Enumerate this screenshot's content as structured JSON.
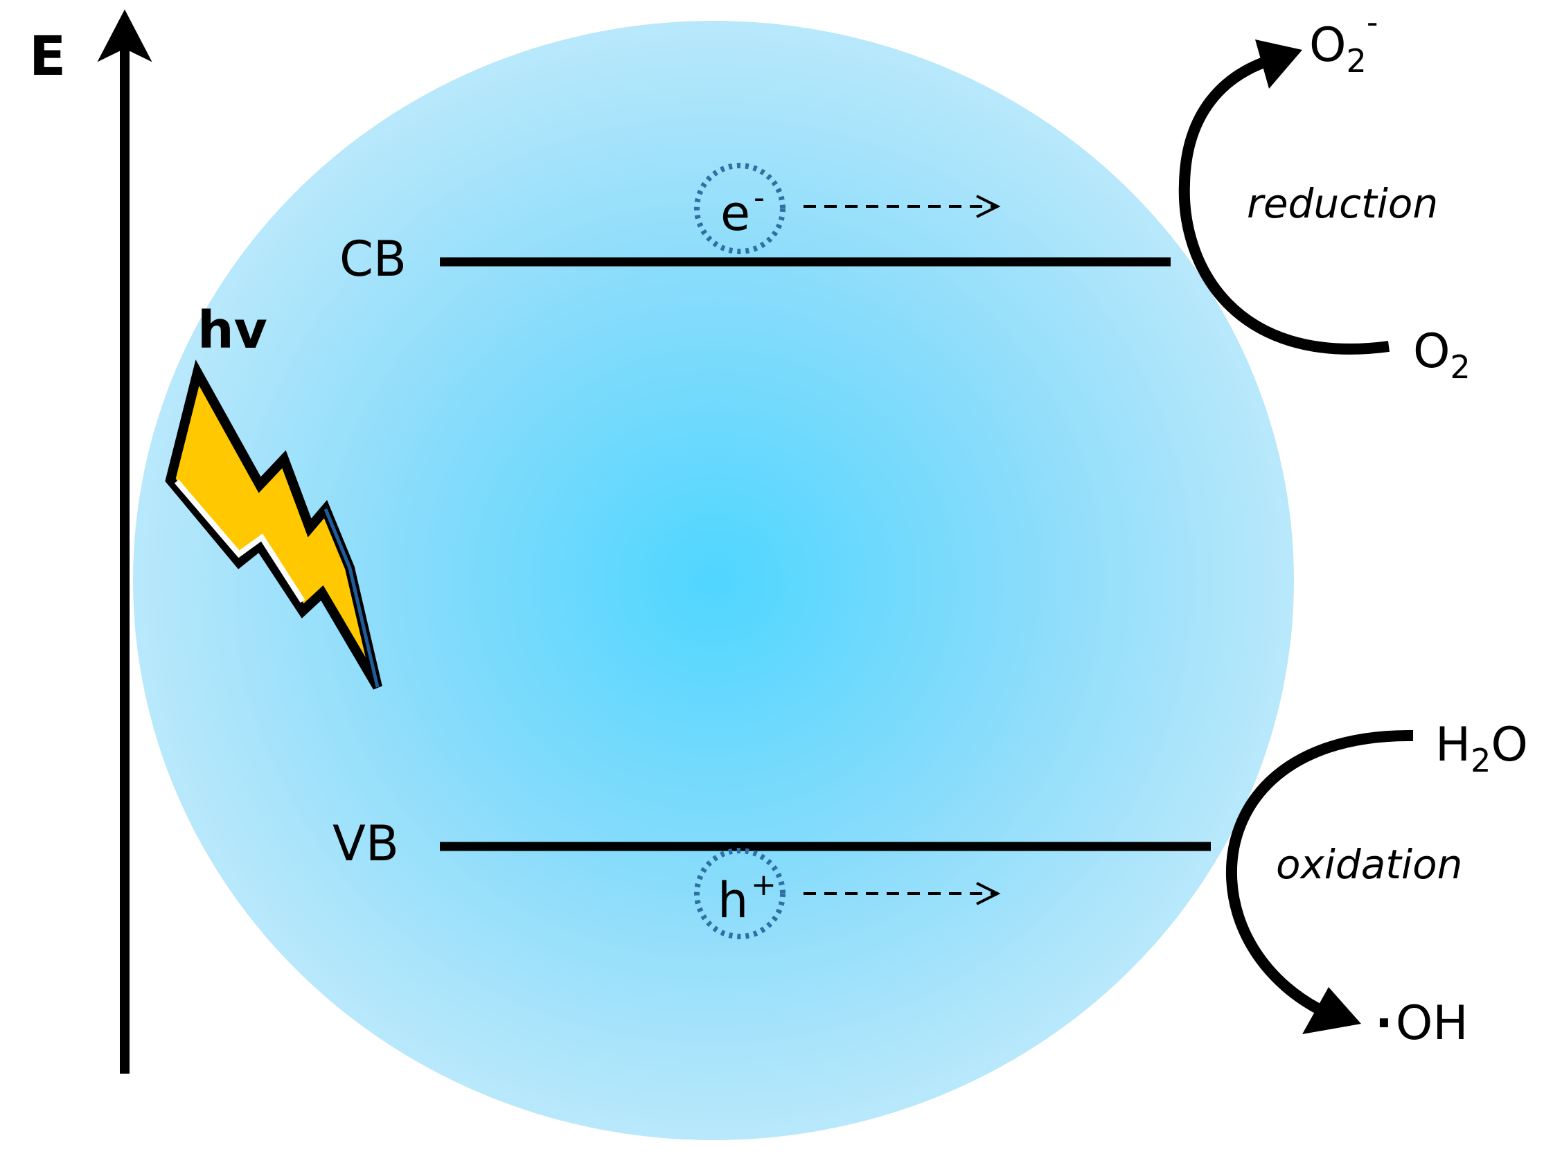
{
  "axis": {
    "label": "E"
  },
  "light": {
    "label": "hv"
  },
  "bands": {
    "cb": {
      "label": "CB"
    },
    "vb": {
      "label": "VB"
    }
  },
  "carriers": {
    "electron": {
      "symbol": "e",
      "charge": "-"
    },
    "hole": {
      "symbol": "h",
      "charge": "+"
    }
  },
  "reduction": {
    "label": "reduction",
    "color": "#ff0000",
    "reactant": {
      "base": "O",
      "sub": "2",
      "sup": ""
    },
    "product": {
      "base": "O",
      "sub": "2",
      "sup": "-"
    }
  },
  "oxidation": {
    "label": "oxidation",
    "color": "#00b050",
    "reactant": {
      "pre": "H",
      "sub": "2",
      "post": "O"
    },
    "product": {
      "dot": "·",
      "text": "OH"
    }
  },
  "colors": {
    "sphere_center": "#4fd6ff",
    "sphere_edge": "#b9e8fb",
    "bolt_fill": "#ffc800",
    "carrier_ring": "#2e6fa5"
  }
}
